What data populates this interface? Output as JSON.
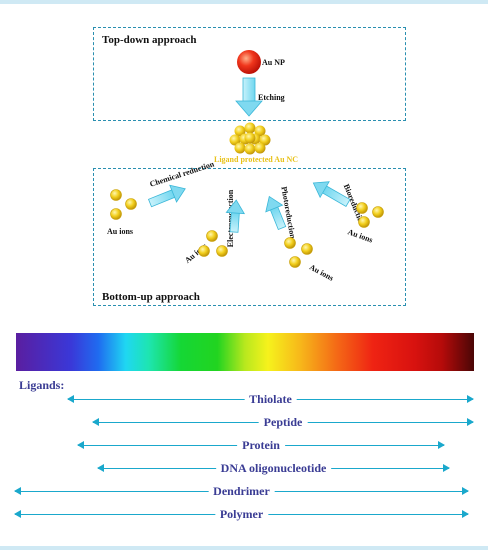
{
  "top_down": {
    "title": "Top-down approach",
    "np_label": "Au NP",
    "etching_label": "Etching"
  },
  "nc_label": "Ligand protected Au NC",
  "bottom_up": {
    "title": "Bottom-up approach",
    "routes": [
      {
        "method": "Chemical reduction",
        "ions": "Au ions"
      },
      {
        "method": "Electroreduction",
        "ions": "Au ions"
      },
      {
        "method": "Photoreduction",
        "ions": "Au ions"
      },
      {
        "method": "Bioreduction",
        "ions": "Au ions"
      }
    ]
  },
  "ligands": {
    "title": "Ligands:",
    "items": [
      {
        "name": "Thiolate",
        "from": 0.14,
        "to": 0.97
      },
      {
        "name": "Peptide",
        "from": 0.19,
        "to": 0.97
      },
      {
        "name": "Protein",
        "from": 0.16,
        "to": 0.91
      },
      {
        "name": "DNA oligonucleotide",
        "from": 0.2,
        "to": 0.92
      },
      {
        "name": "Dendrimer",
        "from": 0.03,
        "to": 0.96
      },
      {
        "name": "Polymer",
        "from": 0.03,
        "to": 0.96
      }
    ]
  },
  "colors": {
    "gold": "#f5d21e",
    "np_red": "#e81b10",
    "arrow": "#8fe0f3",
    "ligand_text": "#3a3c94",
    "box_border": "#2a8fb0"
  }
}
